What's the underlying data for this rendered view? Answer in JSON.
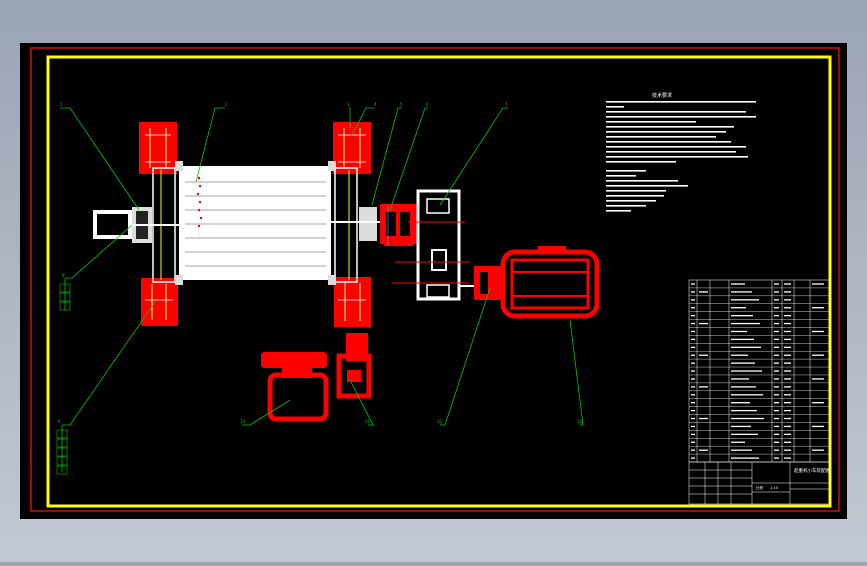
{
  "colors": {
    "background": "#000000",
    "frame_outer": "#d01010",
    "frame_inner": "#ffff00",
    "component_red": "#ff0000",
    "drum_white": "#ffffff",
    "leader_green": "#00c800",
    "table_line": "#ffffff",
    "viewport_bg": "#a9b1be"
  },
  "notes_title": "技术要求",
  "balloons": {
    "b1": "1",
    "b2": "2",
    "b3": "3",
    "b4": "4",
    "b5": "5",
    "b6": "6",
    "b7": "7",
    "b8": "8",
    "b9": "9",
    "b10": "10",
    "b11": "11",
    "b12": "12",
    "b13": "13"
  },
  "title_block": {
    "drawing_title": "起重机小车装配图",
    "scale_label": "比例",
    "scale_value": "1:10"
  }
}
